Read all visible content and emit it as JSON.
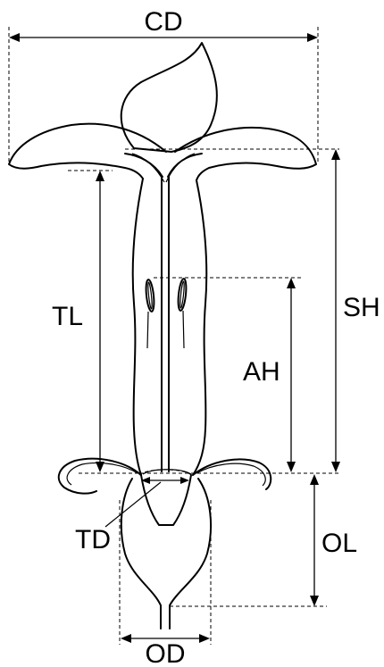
{
  "labels": {
    "cd": "CD",
    "tl": "TL",
    "sh": "SH",
    "ah": "AH",
    "td": "TD",
    "ol": "OL",
    "od": "OD"
  }
}
